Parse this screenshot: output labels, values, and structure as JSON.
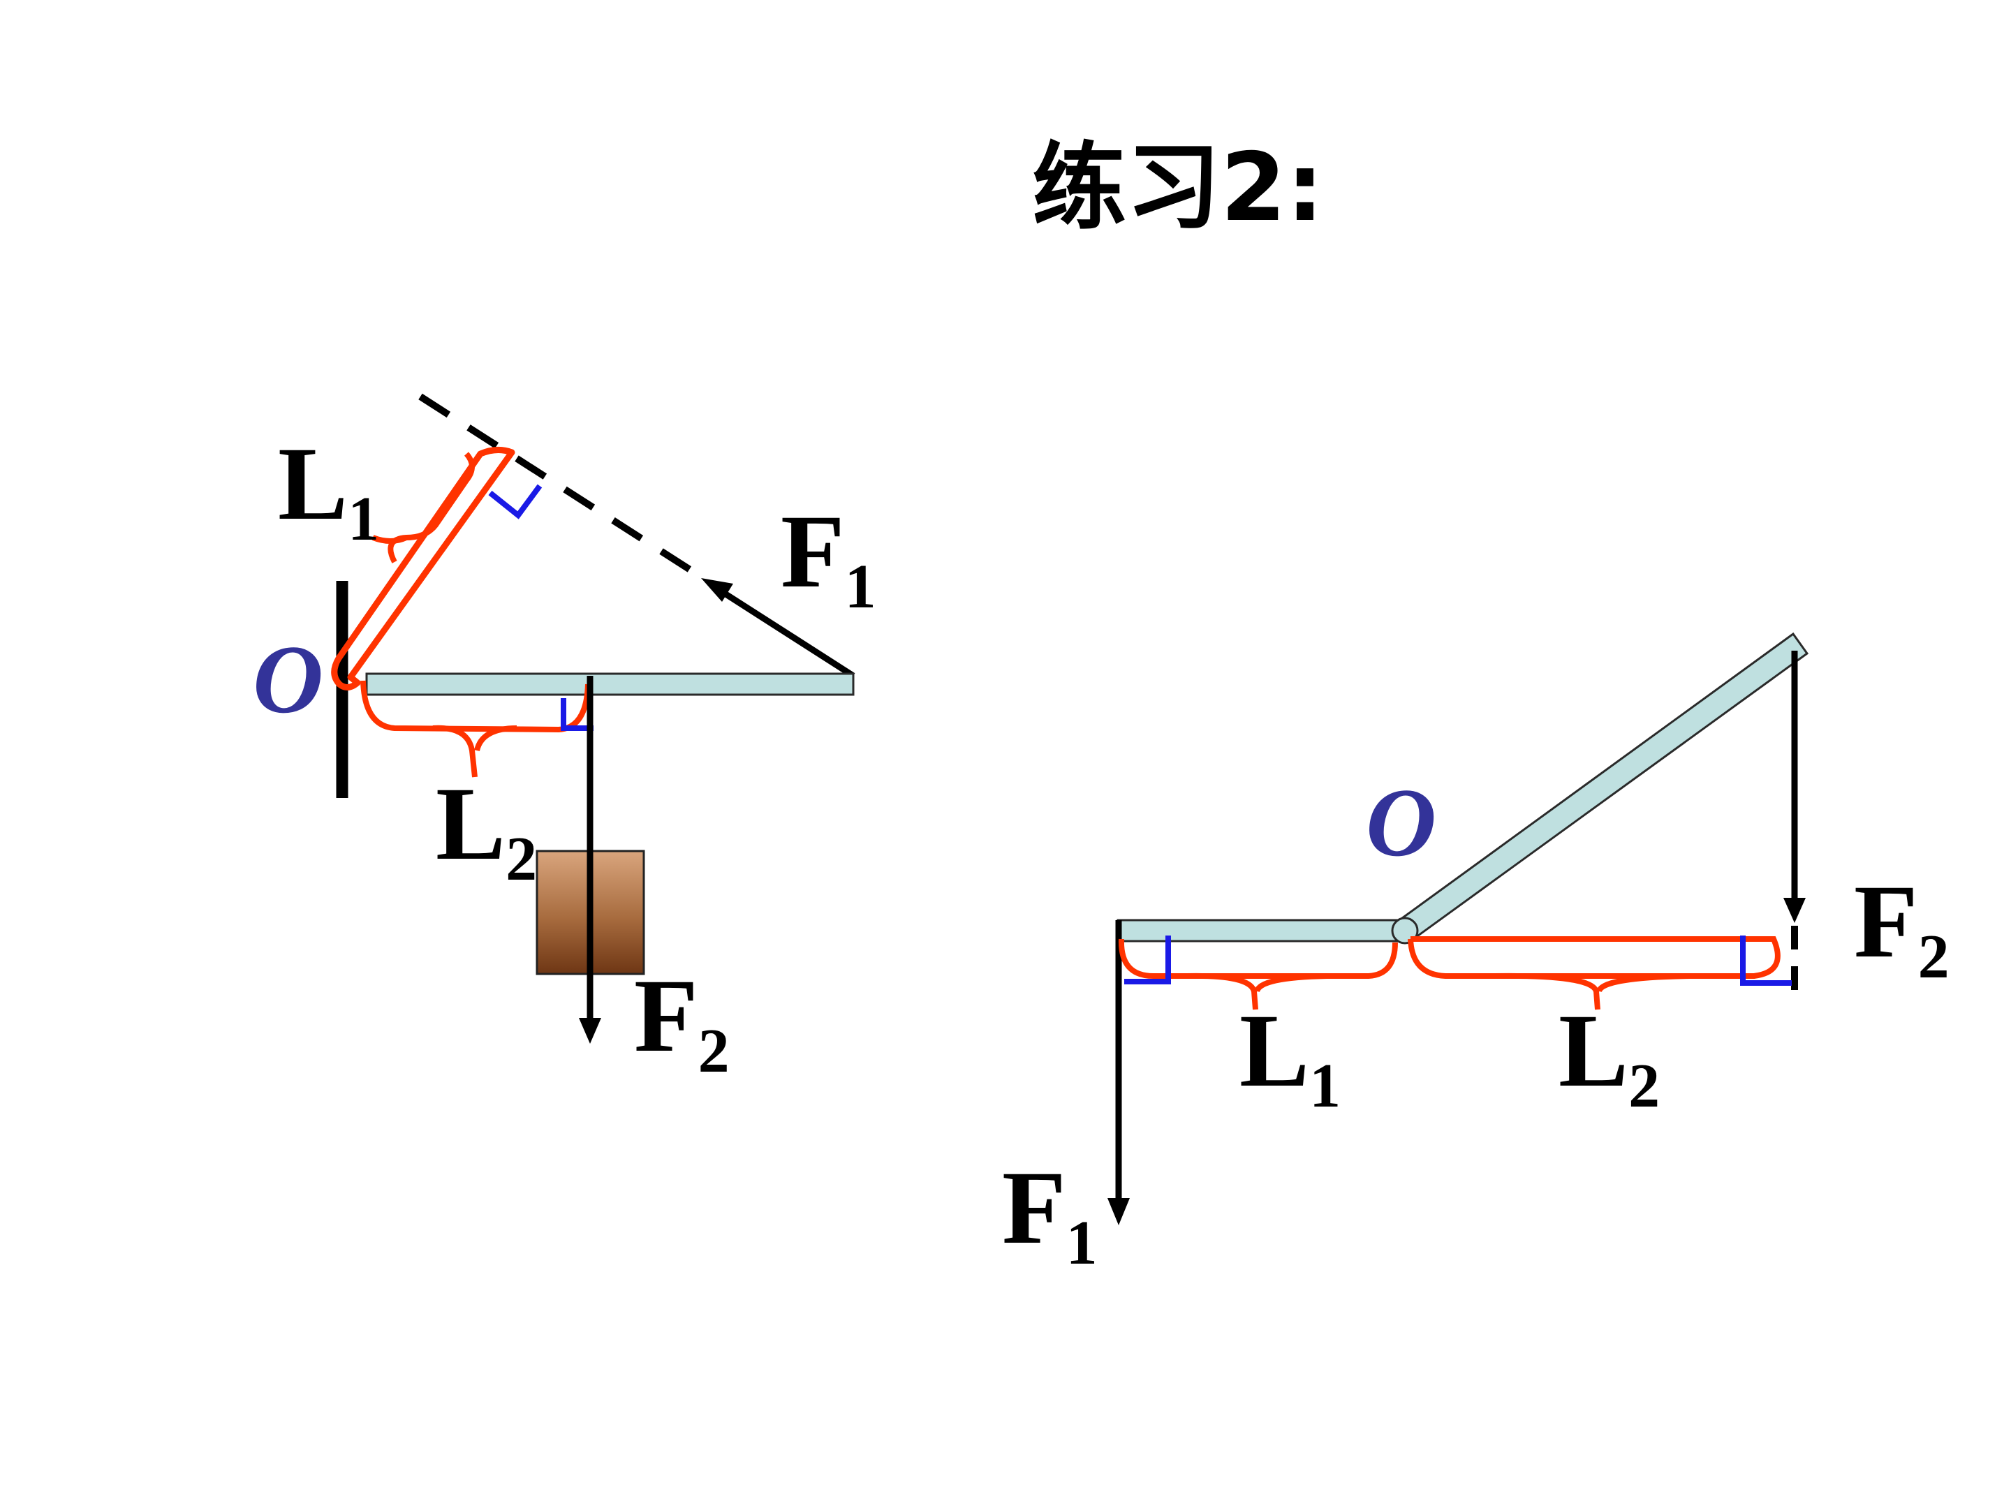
{
  "title": "练习2:",
  "colors": {
    "bar_fill": "#bfe0e0",
    "bar_stroke": "#2a2a2a",
    "arm_red": "#ff3300",
    "right_angle_blue": "#1a1ae6",
    "pivot_label": "#333399",
    "weight_top": "#d9a57d",
    "weight_bottom": "#7a3f1a"
  },
  "left_diagram": {
    "pivot": "O",
    "F1": {
      "main": "F",
      "sub": "1"
    },
    "F2": {
      "main": "F",
      "sub": "2"
    },
    "L1": {
      "main": "L",
      "sub": "1"
    },
    "L2": {
      "main": "L",
      "sub": "2"
    }
  },
  "right_diagram": {
    "pivot": "O",
    "F1": {
      "main": "F",
      "sub": "1"
    },
    "F2": {
      "main": "F",
      "sub": "2"
    },
    "L1": {
      "main": "L",
      "sub": "1"
    },
    "L2": {
      "main": "L",
      "sub": "2"
    }
  },
  "icons": [
    "arrow-head-icon",
    "right-angle-mark-icon",
    "weight-block-icon",
    "wall-icon",
    "brace-icon"
  ]
}
